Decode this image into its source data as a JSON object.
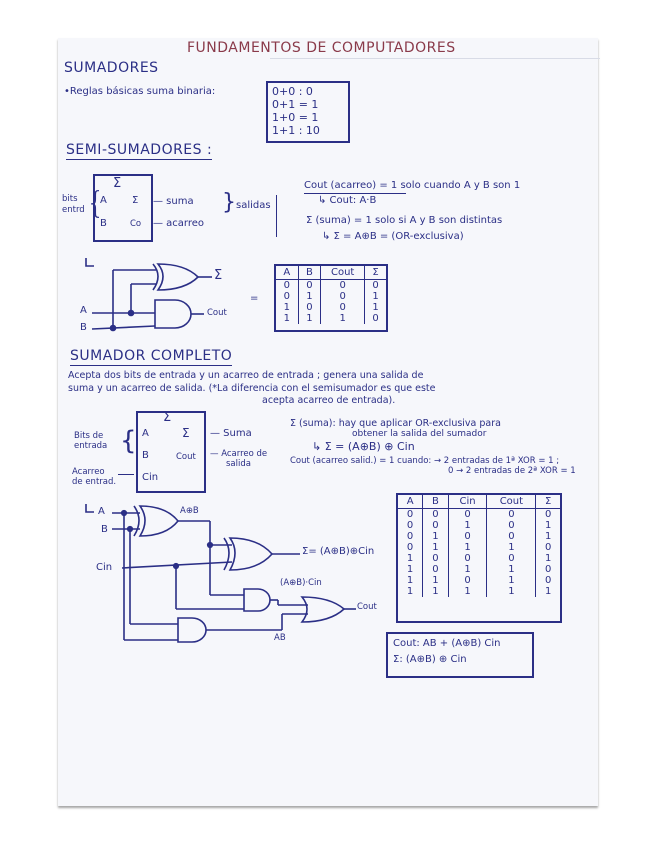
{
  "page": {
    "title": "FUNDAMENTOS DE COMPUTADORES",
    "ink_color": "#2b2f86",
    "title_color": "#8a3a4a"
  },
  "sumadores": {
    "heading": "SUMADORES",
    "rules_label": "•Reglas básicas suma binaria:",
    "rules": [
      "0+0 : 0",
      "0+1 = 1",
      "1+0 = 1",
      "1+1 : 10"
    ]
  },
  "semi": {
    "heading": "SEMI-SUMADORES :",
    "block": {
      "symbol": "Σ",
      "in_a": "A",
      "in_b": "B",
      "out_sum": "Σ",
      "out_carry": "Co",
      "inputs_label": "bits entrd",
      "sum_label": "— suma",
      "carry_label": "— acarreo",
      "outputs_label": "salidas"
    },
    "notes": [
      "Cout (acarreo) = 1 solo cuando A y B son 1",
      "↳ Cout: A·B",
      "Σ (suma) = 1 solo si A y B son distintas",
      "↳ Σ = A⊕B = (OR-exclusiva)"
    ],
    "circuit": {
      "arrow": "↳",
      "in_a": "A",
      "in_b": "B",
      "out_sum": "Σ",
      "out_carry": "Cout",
      "equals": "="
    },
    "truth_table": {
      "headers": [
        "A",
        "B",
        "Cout",
        "Σ"
      ],
      "rows": [
        [
          "0",
          "0",
          "0",
          "0"
        ],
        [
          "0",
          "1",
          "0",
          "1"
        ],
        [
          "1",
          "0",
          "0",
          "1"
        ],
        [
          "1",
          "1",
          "1",
          "0"
        ]
      ]
    }
  },
  "completo": {
    "heading": "SUMADOR COMPLETO",
    "desc_1": "Acepta dos bits de entrada y un acarreo de entrada ; genera una salida de",
    "desc_2": "suma y un acarreo de salida. (*La diferencia con el semisumador es que este",
    "desc_3": "acepta acarreo de entrada).",
    "block": {
      "symbol": "Σ",
      "in_a": "A",
      "in_b": "B",
      "in_cin": "Cin",
      "out_sum": "Σ",
      "out_carry": "Cout",
      "inputs_label_1": "Bits de",
      "inputs_label_2": "entrada",
      "cin_label_1": "Acarreo",
      "cin_label_2": "de entrad.",
      "sum_label": "— Suma",
      "carry_label_1": "— Acarreo de",
      "carry_label_2": "salida"
    },
    "notes": [
      "Σ (suma): hay que aplicar OR-exclusiva para",
      "obtener la salida del sumador",
      "↳ Σ = (A⊕B) ⊕ Cin",
      "Cout (acarreo salid.) = 1 cuando: → 2 entradas de 1ª XOR = 1 ;",
      "0 → 2 entradas de 2ª XOR = 1"
    ],
    "circuit": {
      "arrow": "↳",
      "in_a": "A",
      "in_b": "B",
      "in_cin": "Cin",
      "xor1_label": "A⊕B",
      "sum_out": "Σ= (A⊕B)⊕Cin",
      "and1_label": "(A⊕B)·Cin",
      "and2_label": "AB",
      "carry_out": "Cout"
    },
    "truth_table": {
      "headers": [
        "A",
        "B",
        "Cin",
        "Cout",
        "Σ"
      ],
      "rows": [
        [
          "0",
          "0",
          "0",
          "0",
          "0"
        ],
        [
          "0",
          "0",
          "1",
          "0",
          "1"
        ],
        [
          "0",
          "1",
          "0",
          "0",
          "1"
        ],
        [
          "0",
          "1",
          "1",
          "1",
          "0"
        ],
        [
          "1",
          "0",
          "0",
          "0",
          "1"
        ],
        [
          "1",
          "0",
          "1",
          "1",
          "0"
        ],
        [
          "1",
          "1",
          "0",
          "1",
          "0"
        ],
        [
          "1",
          "1",
          "1",
          "1",
          "1"
        ]
      ]
    },
    "formulas": [
      "Cout: AB + (A⊕B) Cin",
      "Σ: (A⊕B) ⊕ Cin"
    ]
  }
}
